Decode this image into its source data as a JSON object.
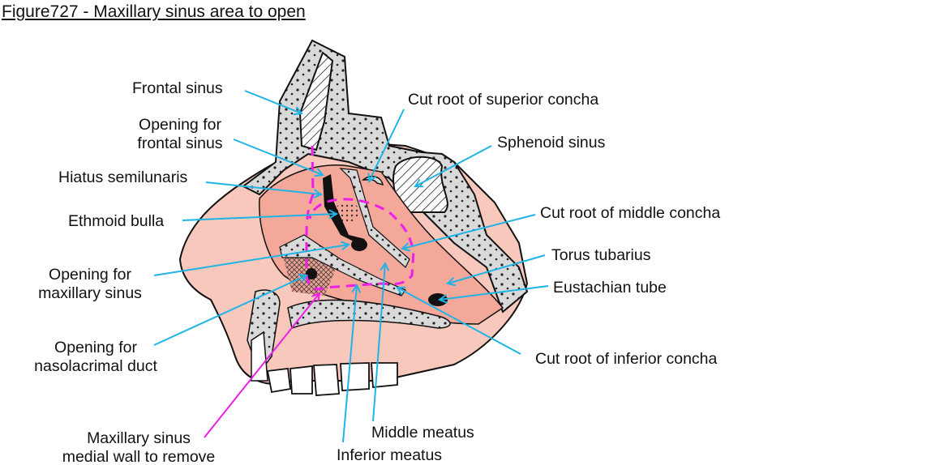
{
  "figure": {
    "title": "Figure727 - Maxillary sinus area to open"
  },
  "colors": {
    "leader": "#1eb4e6",
    "highlight": "#ee1ee6",
    "mucosa": "#f4a89a",
    "mucosa_light": "#f8c8bd",
    "bone": "#d9d9d9",
    "outline": "#111111"
  },
  "labels": {
    "frontal_sinus": "Frontal sinus",
    "opening_frontal_1": "Opening for",
    "opening_frontal_2": "frontal sinus",
    "hiatus": "Hiatus semilunaris",
    "ethmoid_bulla": "Ethmoid bulla",
    "opening_maxillary_1": "Opening for",
    "opening_maxillary_2": "maxillary sinus",
    "opening_naso_1": "Opening for",
    "opening_naso_2": "nasolacrimal duct",
    "medial_wall_1": "Maxillary sinus",
    "medial_wall_2": "medial wall to remove",
    "superior_concha": "Cut root of superior concha",
    "sphenoid_sinus": "Sphenoid sinus",
    "middle_concha": "Cut root of middle concha",
    "torus_tubarius": "Torus tubarius",
    "eustachian_tube": "Eustachian tube",
    "inferior_concha": "Cut root of inferior concha",
    "middle_meatus": "Middle meatus",
    "inferior_meatus": "Inferior meatus"
  }
}
